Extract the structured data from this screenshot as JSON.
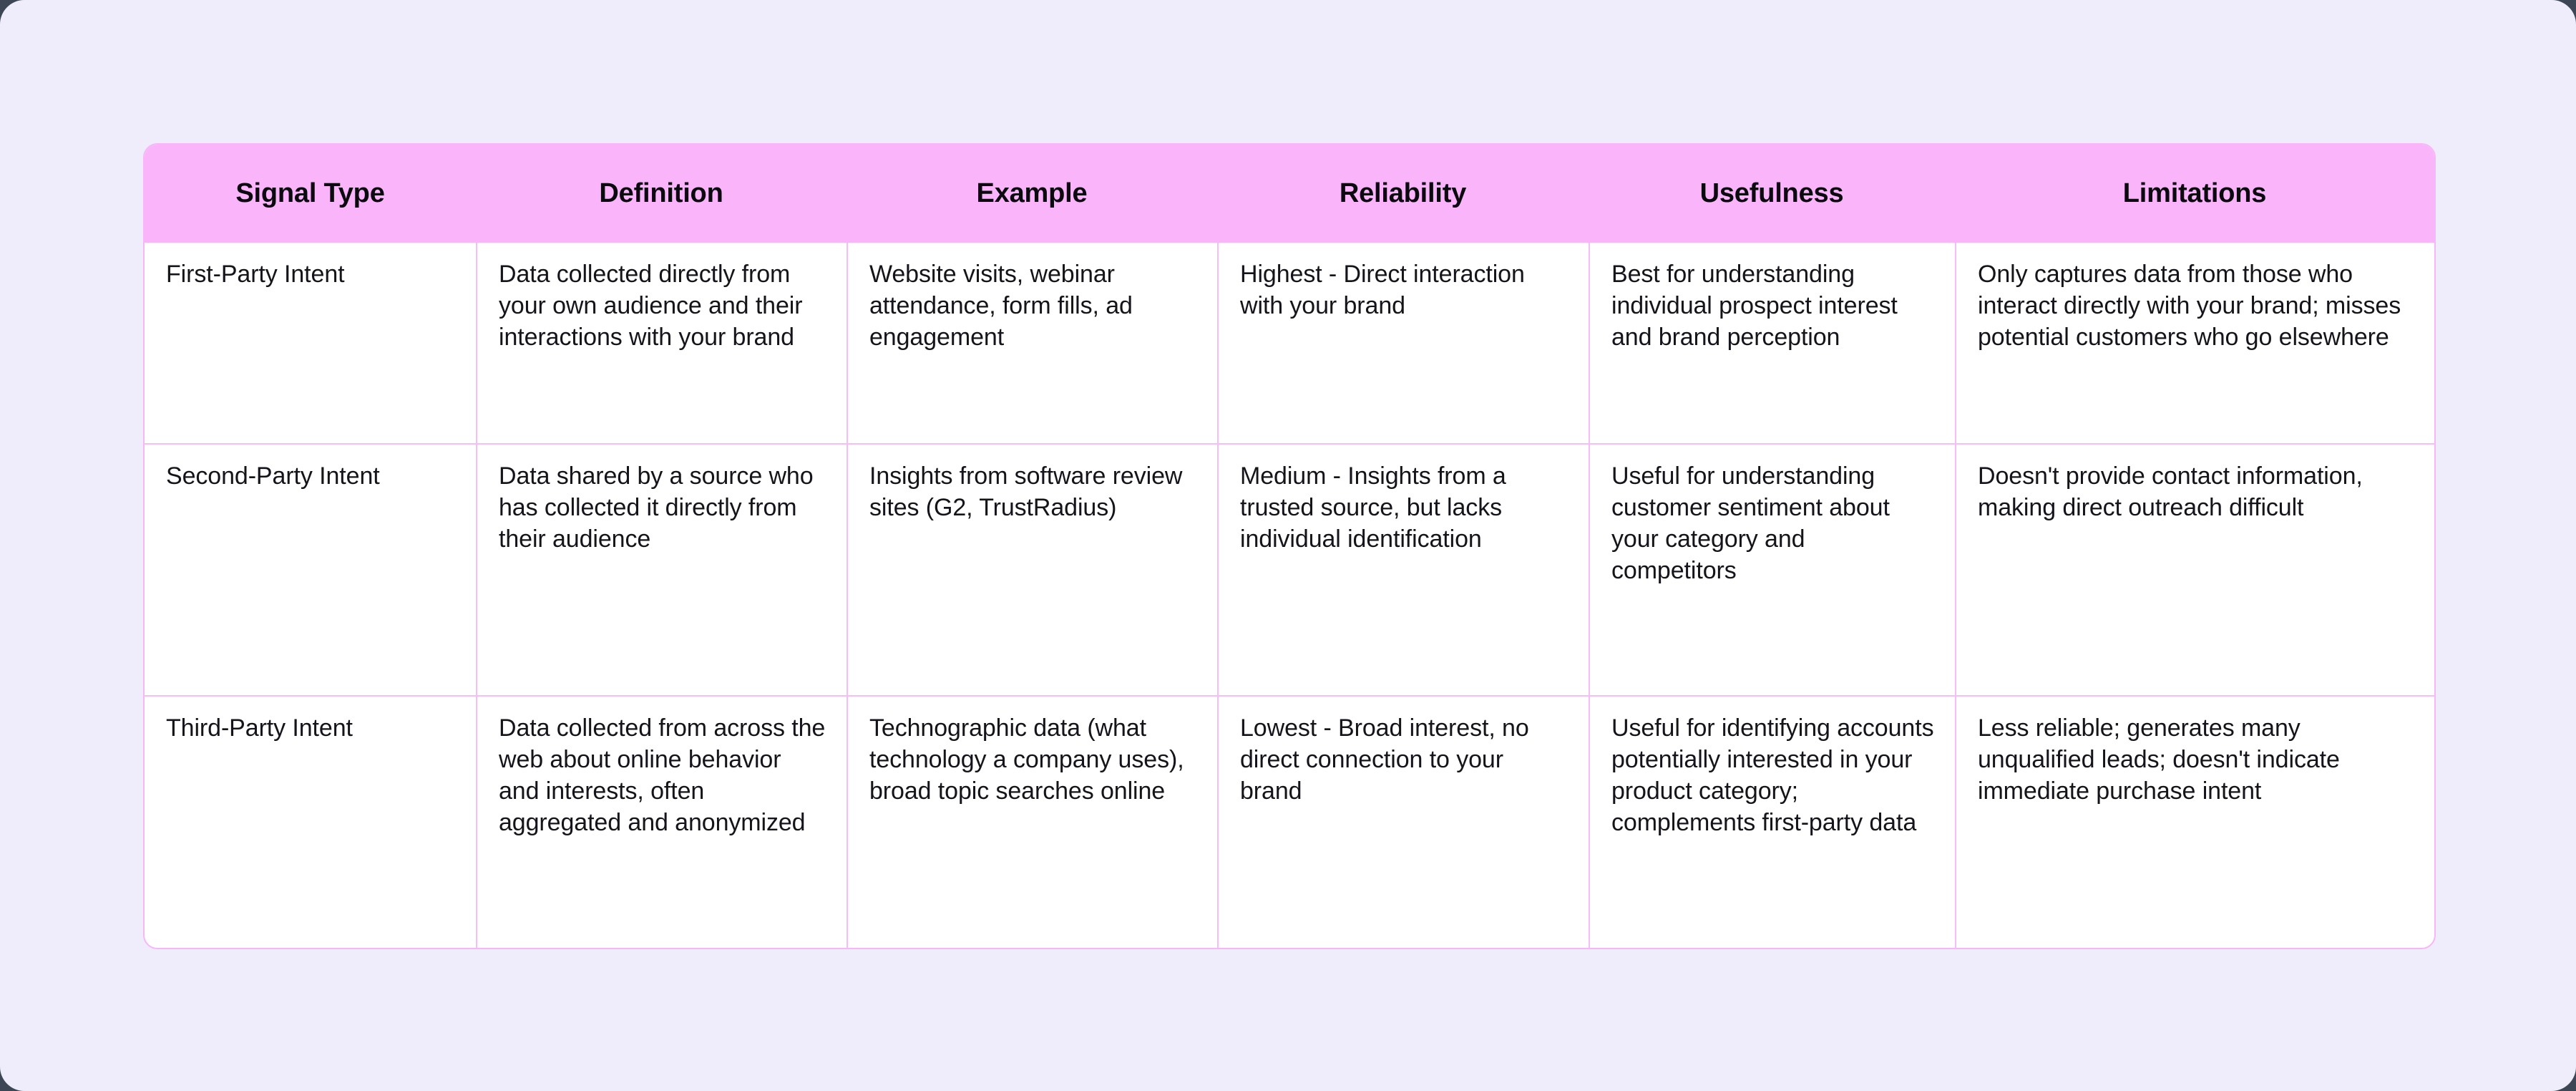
{
  "table": {
    "headers": [
      "Signal Type",
      "Definition",
      "Example",
      "Reliability",
      "Usefulness",
      "Limitations"
    ],
    "rows": [
      {
        "signal_type": "First-Party Intent",
        "definition": "Data collected directly from your own audience and their interactions with your brand",
        "example": "Website visits, webinar attendance, form fills, ad engagement",
        "reliability": "Highest - Direct interaction with your brand",
        "usefulness": "Best for understanding individual prospect interest and brand perception",
        "limitations": "Only captures data from those who interact directly with your brand; misses potential customers who go elsewhere"
      },
      {
        "signal_type": "Second-Party Intent",
        "definition": "Data shared by a source who has collected it directly from their audience",
        "example": "Insights from software review sites (G2, TrustRadius)",
        "reliability": "Medium - Insights from a trusted source, but lacks individual identification",
        "usefulness": "Useful for understanding customer sentiment about your category and competitors",
        "limitations": "Doesn't provide contact information, making direct outreach difficult"
      },
      {
        "signal_type": "Third-Party Intent",
        "definition": "Data collected from across the web about online behavior and interests, often aggregated and anonymized",
        "example": "Technographic data (what technology a company uses), broad topic searches online",
        "reliability": "Lowest - Broad interest, no direct connection to your brand",
        "usefulness": "Useful for identifying accounts potentially interested in your product category; complements first-party data",
        "limitations": "Less reliable; generates many unqualified leads; doesn't indicate immediate purchase intent"
      }
    ]
  },
  "colors": {
    "page_background": "#efedfc",
    "header_background": "#f9b4fa",
    "border": "#f6bdf8",
    "cell_background": "#ffffff",
    "text": "#14141a"
  }
}
